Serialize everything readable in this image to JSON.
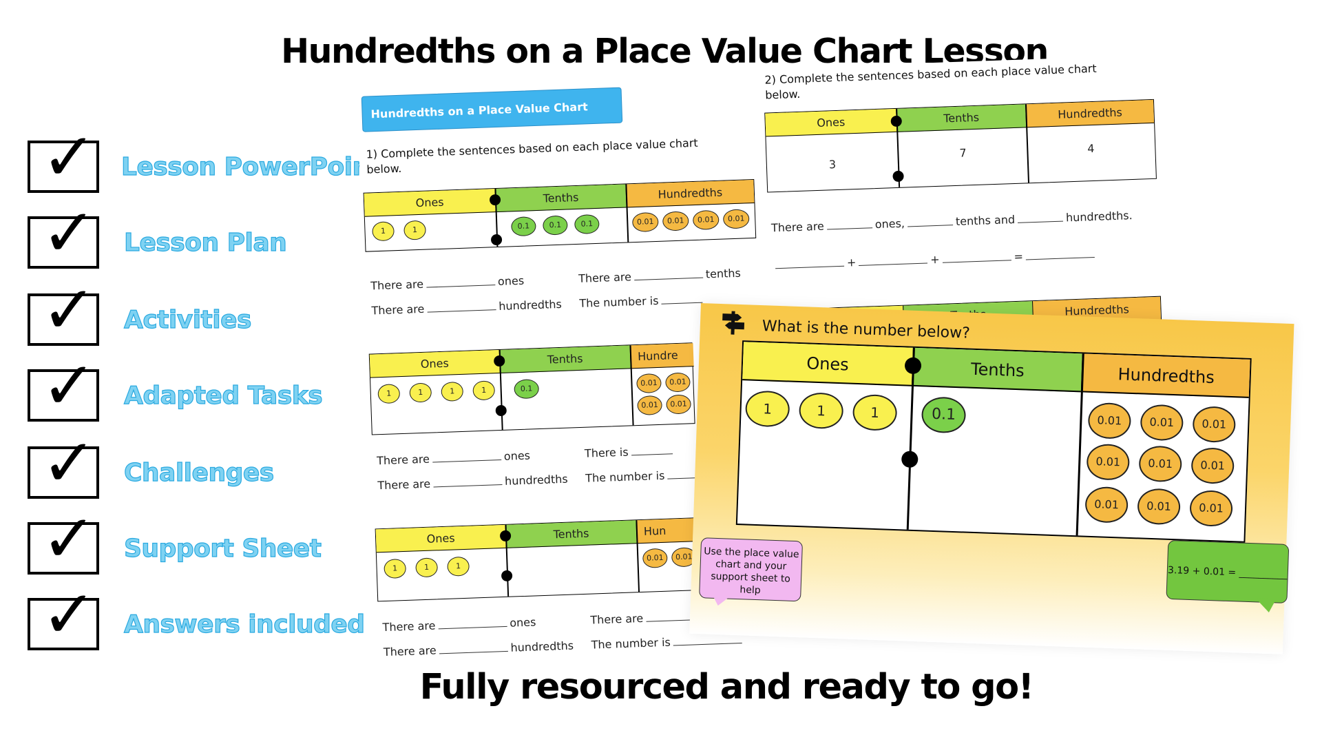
{
  "title": "Hundredths on a Place Value Chart Lesson",
  "footer": "Fully resourced and ready to go!",
  "checklist": {
    "mark": "✓",
    "items": [
      {
        "label": "Lesson PowerPoint"
      },
      {
        "label": "Lesson Plan"
      },
      {
        "label": "Activities"
      },
      {
        "label": "Adapted Tasks"
      },
      {
        "label": "Challenges"
      },
      {
        "label": "Support Sheet"
      },
      {
        "label": "Answers included"
      }
    ]
  },
  "colors": {
    "label_fill": "#7fd2f2",
    "ones": "#f9f04f",
    "tenths": "#8fd14f",
    "hundredths": "#f5b942",
    "banner": "#3fb4ee"
  },
  "sheet1": {
    "banner": "Hundredths on a Place Value Chart",
    "question": "1)   Complete the sentences based on each place value chart below.",
    "headers": {
      "ones": "Ones",
      "tenths": "Tenths",
      "hundredths": "Hundredths",
      "hundredths_cut": "Hundre",
      "hundredths_cut2": "Hun"
    },
    "one": "1",
    "tenth": "0.1",
    "hundredth": "0.01",
    "s_there_are": "There are",
    "s_there_is": "There is",
    "s_ones": "ones",
    "s_tenths": "tenths",
    "s_hundredths": "hundredths",
    "s_number_is": "The number is"
  },
  "sheet2": {
    "question": "2) Complete the sentences based on each place value chart below.",
    "headers": {
      "ones": "Ones",
      "tenths": "Tenths",
      "hundredths": "Hundredths"
    },
    "values": {
      "ones": "3",
      "tenths": "7",
      "hundredths": "4"
    },
    "sentence": {
      "there_are": "There are",
      "ones": "ones,",
      "tenths": "tenths  and",
      "hundredths": "hundredths."
    },
    "plus": "+",
    "equals": "="
  },
  "slide": {
    "question": "What is the number below?",
    "headers": {
      "ones": "Ones",
      "tenths": "Tenths",
      "hundredths": "Hundredths"
    },
    "one": "1",
    "tenth": "0.1",
    "hundredth": "0.01",
    "support_bubble": "Use the place value chart and your support sheet to help",
    "sum_bubble": "3.19 + 0.01 = __________"
  }
}
